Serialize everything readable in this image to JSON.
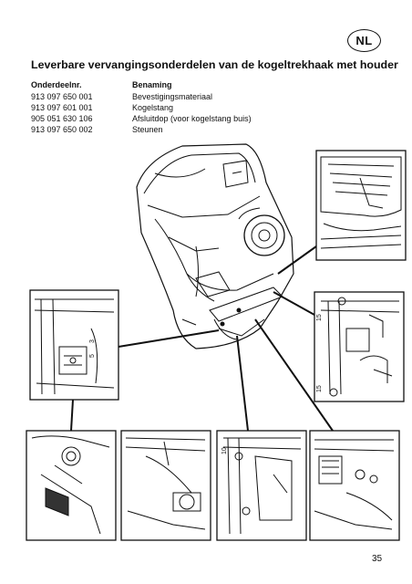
{
  "language_badge": "NL",
  "title": "Leverbare vervangingsonderdelen van de kogeltrekhaak met houder",
  "table": {
    "headers": [
      "Onderdeelnr.",
      "Benaming"
    ],
    "rows": [
      {
        "part_no": "913 097 650 001",
        "name": "Bevestigingsmateriaal"
      },
      {
        "part_no": "913 097 601 001",
        "name": "Kogelstang"
      },
      {
        "part_no": "905 051 630 106",
        "name": "Afsluitdop (voor kogelstang buis)"
      },
      {
        "part_no": "913 097 650 002",
        "name": "Steunen"
      }
    ]
  },
  "callouts": {
    "left_detail": [
      "3",
      "5"
    ],
    "right_detail": [
      "15",
      "15"
    ],
    "bottom_detail": "10"
  },
  "page_number": "35"
}
